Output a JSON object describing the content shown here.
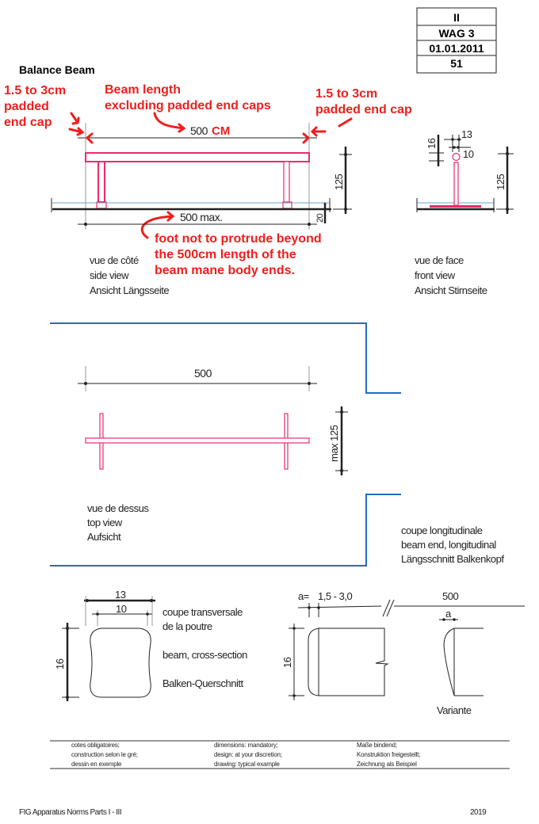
{
  "header_box": {
    "row1": "II",
    "row2": "WAG 3",
    "row3": "01.01.2011",
    "row4": "51"
  },
  "title": "Balance Beam",
  "annotations": {
    "left_cap": [
      "1.5 to 3cm",
      "padded",
      "end cap"
    ],
    "beam_length": [
      "Beam length",
      "excluding padded end caps"
    ],
    "right_cap": [
      "1.5 to 3cm",
      "padded end cap"
    ],
    "foot": [
      "foot not to protrude beyond",
      "the 500cm length of the",
      "beam mane body ends."
    ],
    "cm_unit": "CM"
  },
  "side_view": {
    "dim_length": "500",
    "dim_max": "500 max.",
    "dim_height": "125",
    "dim_base": "20",
    "labels": [
      "vue de côté",
      "side view",
      "Ansicht Längsseite"
    ]
  },
  "front_view": {
    "dim_height": "125",
    "dim_16": "16",
    "dim_13": "13",
    "dim_10": "10",
    "labels": [
      "vue de face",
      "front view",
      "Ansicht Stirnseite"
    ]
  },
  "top_view": {
    "dim_length": "500",
    "dim_width": "max 125",
    "labels": [
      "vue de dessus",
      "top view",
      "Aufsicht"
    ]
  },
  "longitudinal_section": {
    "labels": [
      "coupe longitudinale",
      "beam end, longitudinal",
      "Längsschnitt Balkenkopf"
    ],
    "dim_a": "a=",
    "dim_range": "1,5 - 3,0",
    "dim_500": "500",
    "dim_16": "16",
    "variant_a": "a",
    "variant_label": "Variante"
  },
  "cross_section": {
    "dim_13": "13",
    "dim_10": "10",
    "dim_16": "16",
    "labels": [
      "coupe transversale",
      "de la poutre",
      "beam, cross-section",
      "Balken-Querschnitt"
    ]
  },
  "legend_table": {
    "fr": [
      "cotes obligatoires;",
      "construction selon le gré;",
      "dessin en exemple"
    ],
    "en": [
      "dimensions: mandatory;",
      "design: at your discretion;",
      "drawing: typical example"
    ],
    "de": [
      "Maße bindend;",
      "Konstruktion freigestellt;",
      "Zeichnung als Beispiel"
    ]
  },
  "footer": {
    "left": "FIG Apparatus Norms Parts I - III",
    "right": "2019"
  },
  "colors": {
    "beam": "#ee2a6b",
    "annotation": "#f01e1e",
    "frame": "#1e6fc0"
  }
}
